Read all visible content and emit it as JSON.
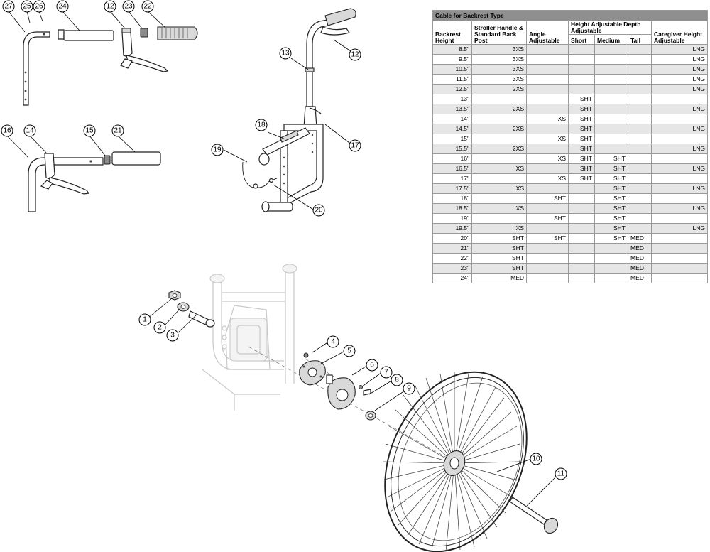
{
  "callouts": {
    "c1": "1",
    "c2": "2",
    "c3": "3",
    "c4": "4",
    "c5": "5",
    "c6": "6",
    "c7": "7",
    "c8": "8",
    "c9": "9",
    "c10": "10",
    "c11": "11",
    "c12a": "12",
    "c12b": "12",
    "c13": "13",
    "c14": "14",
    "c15": "15",
    "c16": "16",
    "c17": "17",
    "c18": "18",
    "c19": "19",
    "c20": "20",
    "c21": "21",
    "c22": "22",
    "c23": "23",
    "c24": "24",
    "c25": "25",
    "c26": "26",
    "c27": "27"
  },
  "table": {
    "title": "Cable for Backrest Type",
    "headers": {
      "backrest": "Backrest Height",
      "stroller": "Stroller Handle & Standard Back Post",
      "angle": "Angle Adjustable",
      "height_group": "Height Adjustable Depth Adjustable",
      "short": "Short",
      "medium": "Medium",
      "tall": "Tall",
      "caregiver": "Caregiver Height Adjustable"
    },
    "rows": [
      {
        "h": "8.5\"",
        "s": "3XS",
        "a": "",
        "sh": "",
        "m": "",
        "t": "",
        "c": "LNG"
      },
      {
        "h": "9.5\"",
        "s": "3XS",
        "a": "",
        "sh": "",
        "m": "",
        "t": "",
        "c": "LNG"
      },
      {
        "h": "10.5\"",
        "s": "3XS",
        "a": "",
        "sh": "",
        "m": "",
        "t": "",
        "c": "LNG"
      },
      {
        "h": "11.5\"",
        "s": "3XS",
        "a": "",
        "sh": "",
        "m": "",
        "t": "",
        "c": "LNG"
      },
      {
        "h": "12.5\"",
        "s": "2XS",
        "a": "",
        "sh": "",
        "m": "",
        "t": "",
        "c": "LNG"
      },
      {
        "h": "13\"",
        "s": "",
        "a": "",
        "sh": "SHT",
        "m": "",
        "t": "",
        "c": ""
      },
      {
        "h": "13.5\"",
        "s": "2XS",
        "a": "",
        "sh": "SHT",
        "m": "",
        "t": "",
        "c": "LNG"
      },
      {
        "h": "14\"",
        "s": "",
        "a": "XS",
        "sh": "SHT",
        "m": "",
        "t": "",
        "c": ""
      },
      {
        "h": "14.5\"",
        "s": "2XS",
        "a": "",
        "sh": "SHT",
        "m": "",
        "t": "",
        "c": "LNG"
      },
      {
        "h": "15\"",
        "s": "",
        "a": "XS",
        "sh": "SHT",
        "m": "",
        "t": "",
        "c": ""
      },
      {
        "h": "15.5\"",
        "s": "2XS",
        "a": "",
        "sh": "SHT",
        "m": "",
        "t": "",
        "c": "LNG"
      },
      {
        "h": "16\"",
        "s": "",
        "a": "XS",
        "sh": "SHT",
        "m": "SHT",
        "t": "",
        "c": ""
      },
      {
        "h": "16.5\"",
        "s": "XS",
        "a": "",
        "sh": "SHT",
        "m": "SHT",
        "t": "",
        "c": "LNG"
      },
      {
        "h": "17\"",
        "s": "",
        "a": "XS",
        "sh": "SHT",
        "m": "SHT",
        "t": "",
        "c": ""
      },
      {
        "h": "17.5\"",
        "s": "XS",
        "a": "",
        "sh": "",
        "m": "SHT",
        "t": "",
        "c": "LNG"
      },
      {
        "h": "18\"",
        "s": "",
        "a": "SHT",
        "sh": "",
        "m": "SHT",
        "t": "",
        "c": ""
      },
      {
        "h": "18.5\"",
        "s": "XS",
        "a": "",
        "sh": "",
        "m": "SHT",
        "t": "",
        "c": "LNG"
      },
      {
        "h": "19\"",
        "s": "",
        "a": "SHT",
        "sh": "",
        "m": "SHT",
        "t": "",
        "c": ""
      },
      {
        "h": "19.5\"",
        "s": "XS",
        "a": "",
        "sh": "",
        "m": "SHT",
        "t": "",
        "c": "LNG"
      },
      {
        "h": "20\"",
        "s": "SHT",
        "a": "SHT",
        "sh": "",
        "m": "SHT",
        "t": "MED",
        "c": ""
      },
      {
        "h": "21\"",
        "s": "SHT",
        "a": "",
        "sh": "",
        "m": "",
        "t": "MED",
        "c": ""
      },
      {
        "h": "22\"",
        "s": "SHT",
        "a": "",
        "sh": "",
        "m": "",
        "t": "MED",
        "c": ""
      },
      {
        "h": "23\"",
        "s": "SHT",
        "a": "",
        "sh": "",
        "m": "",
        "t": "MED",
        "c": ""
      },
      {
        "h": "24\"",
        "s": "MED",
        "a": "",
        "sh": "",
        "m": "",
        "t": "MED",
        "c": ""
      }
    ]
  },
  "colors": {
    "table_title_bg": "#8f8f8f",
    "zebra_bg": "#e6e6e6",
    "line": "#222222"
  }
}
